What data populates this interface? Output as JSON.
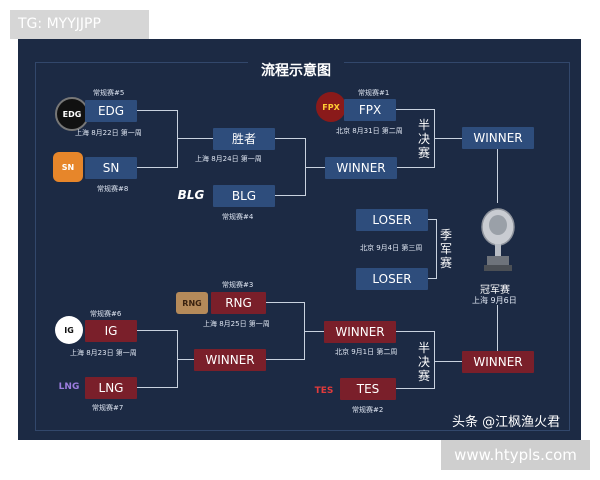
{
  "header_tag": "TG: MYYJJPP",
  "footer_tag": "www.htypls.com",
  "title": "流程示意图",
  "watermark": "头条 @江枫渔火君",
  "teams": {
    "edg": {
      "name": "EDG",
      "seed": "常规赛#5",
      "date": "上海 8月22日 第一周"
    },
    "sn": {
      "name": "SN",
      "seed": "常规赛#8"
    },
    "blg": {
      "name": "BLG",
      "seed": "常规赛#4"
    },
    "fpx": {
      "name": "FPX",
      "seed": "常规赛#1",
      "date": "北京 8月31日 第二周"
    },
    "rng": {
      "name": "RNG",
      "seed": "常规赛#3",
      "date": "上海 8月25日 第一周"
    },
    "ig": {
      "name": "IG",
      "seed": "常规赛#6",
      "date": "上海 8月23日 第一周"
    },
    "lng": {
      "name": "LNG",
      "seed": "常规赛#7"
    },
    "tes": {
      "name": "TES",
      "seed": "常规赛#2"
    }
  },
  "matches": {
    "winner_edg_sn": {
      "label": "胜者",
      "date": "上海 8月24日 第一周"
    },
    "winner_blg": {
      "label": "WINNER"
    },
    "semi_top": {
      "label": "半决赛"
    },
    "semi_top_winner": {
      "label": "WINNER"
    },
    "third_place": {
      "label": "季军赛",
      "loser1": "LOSER",
      "loser2": "LOSER",
      "date": "北京 9月4日 第三周"
    },
    "final": {
      "label": "冠军赛",
      "date": "上海 9月6日"
    },
    "winner_rng": {
      "label": "WINNER",
      "date": "北京 9月1日 第二周"
    },
    "winner_ig_lng": {
      "label": "WINNER"
    },
    "semi_bottom": {
      "label": "半决赛"
    },
    "semi_bottom_winner": {
      "label": "WINNER"
    }
  }
}
